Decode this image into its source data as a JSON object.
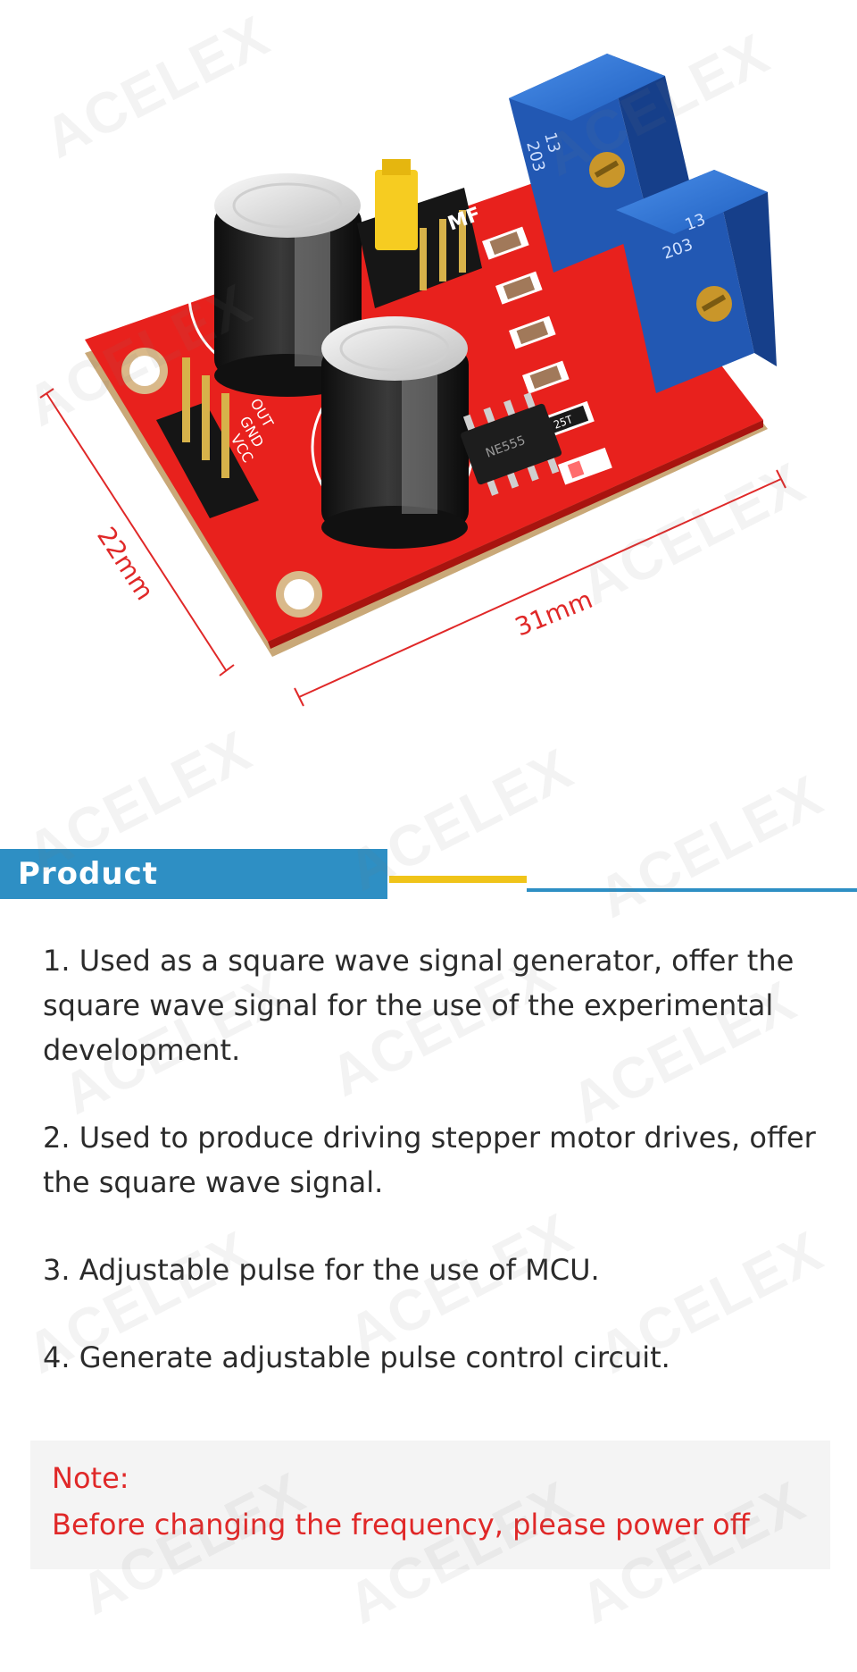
{
  "watermark": {
    "text": "ACELEX"
  },
  "photo": {
    "dimensions": {
      "height_label": "22mm",
      "width_label": "31mm"
    },
    "board": {
      "silk_label": "MF",
      "pin_labels": [
        "VCC",
        "GND",
        "OUT"
      ],
      "pot_markings": [
        "13",
        "203"
      ],
      "chip_marking": "NE555",
      "resistor_marking": "25T"
    }
  },
  "section": {
    "title": "Product Applications"
  },
  "applications": [
    "1. Used as a square wave signal generator, offer the square wave signal for the use of the experimental development.",
    "2. Used to produce driving stepper motor drives, offer the square wave signal.",
    "3. Adjustable pulse for the use of MCU.",
    "4. Generate adjustable pulse control circuit."
  ],
  "note": {
    "title": "Note:",
    "text": "Before changing the frequency, please power off"
  },
  "colors": {
    "accent_blue": "#2e8fc4",
    "accent_yellow": "#f0c419",
    "note_red": "#e02828",
    "board_red": "#e8211d"
  }
}
